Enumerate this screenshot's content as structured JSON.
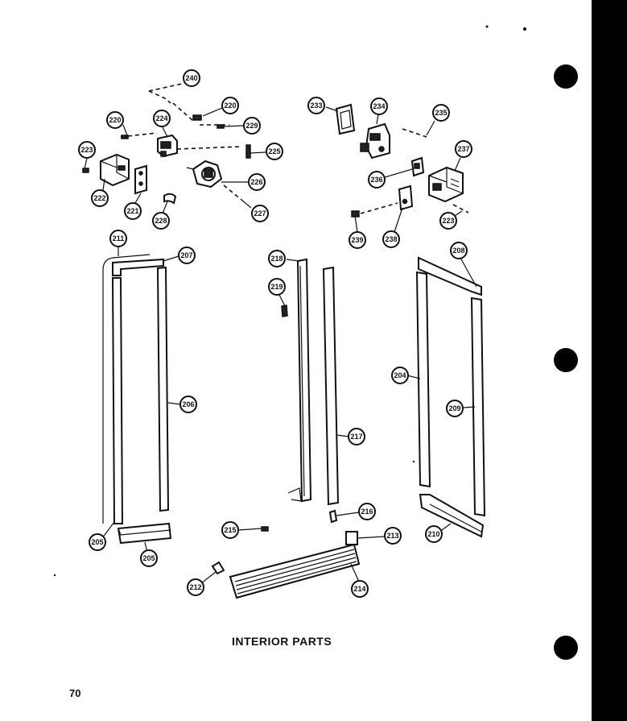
{
  "caption": "INTERIOR PARTS",
  "page_number": "70",
  "callouts": [
    {
      "label": "240",
      "target": "dashed-wire-top"
    },
    {
      "label": "220",
      "target": "spring-upper"
    },
    {
      "label": "220",
      "target": "screw-left"
    },
    {
      "label": "224",
      "target": "switch-housing"
    },
    {
      "label": "229",
      "target": "screw-mid"
    },
    {
      "label": "225",
      "target": "spring-right"
    },
    {
      "label": "223",
      "target": "screw-far-left"
    },
    {
      "label": "226",
      "target": "motor-unit"
    },
    {
      "label": "222",
      "target": "control-box-left"
    },
    {
      "label": "221",
      "target": "bracket-plate"
    },
    {
      "label": "228",
      "target": "clip-small"
    },
    {
      "label": "227",
      "target": "screw-lower"
    },
    {
      "label": "233",
      "target": "gasket-frame"
    },
    {
      "label": "234",
      "target": "valve-assembly"
    },
    {
      "label": "235",
      "target": "screw-right-top"
    },
    {
      "label": "237",
      "target": "control-box-right"
    },
    {
      "label": "236",
      "target": "clip-plate"
    },
    {
      "label": "238",
      "target": "cover-plate"
    },
    {
      "label": "223",
      "target": "screw-right"
    },
    {
      "label": "239",
      "target": "knob-small"
    },
    {
      "label": "211",
      "target": "wire-harness"
    },
    {
      "label": "207",
      "target": "top-channel-left"
    },
    {
      "label": "218",
      "target": "center-mullion"
    },
    {
      "label": "219",
      "target": "mullion-clip"
    },
    {
      "label": "208",
      "target": "top-channel-right"
    },
    {
      "label": "206",
      "target": "left-side-rail"
    },
    {
      "label": "204",
      "target": "right-front-rail"
    },
    {
      "label": "209",
      "target": "right-back-rail"
    },
    {
      "label": "217",
      "target": "center-strip"
    },
    {
      "label": "205",
      "target": "left-lower-rail"
    },
    {
      "label": "205",
      "target": "bottom-channel-left"
    },
    {
      "label": "216",
      "target": "strip-clip"
    },
    {
      "label": "215",
      "target": "screw-bottom"
    },
    {
      "label": "213",
      "target": "label-plate"
    },
    {
      "label": "210",
      "target": "bottom-channel-right"
    },
    {
      "label": "212",
      "target": "grille-clip"
    },
    {
      "label": "214",
      "target": "toe-grille"
    }
  ]
}
